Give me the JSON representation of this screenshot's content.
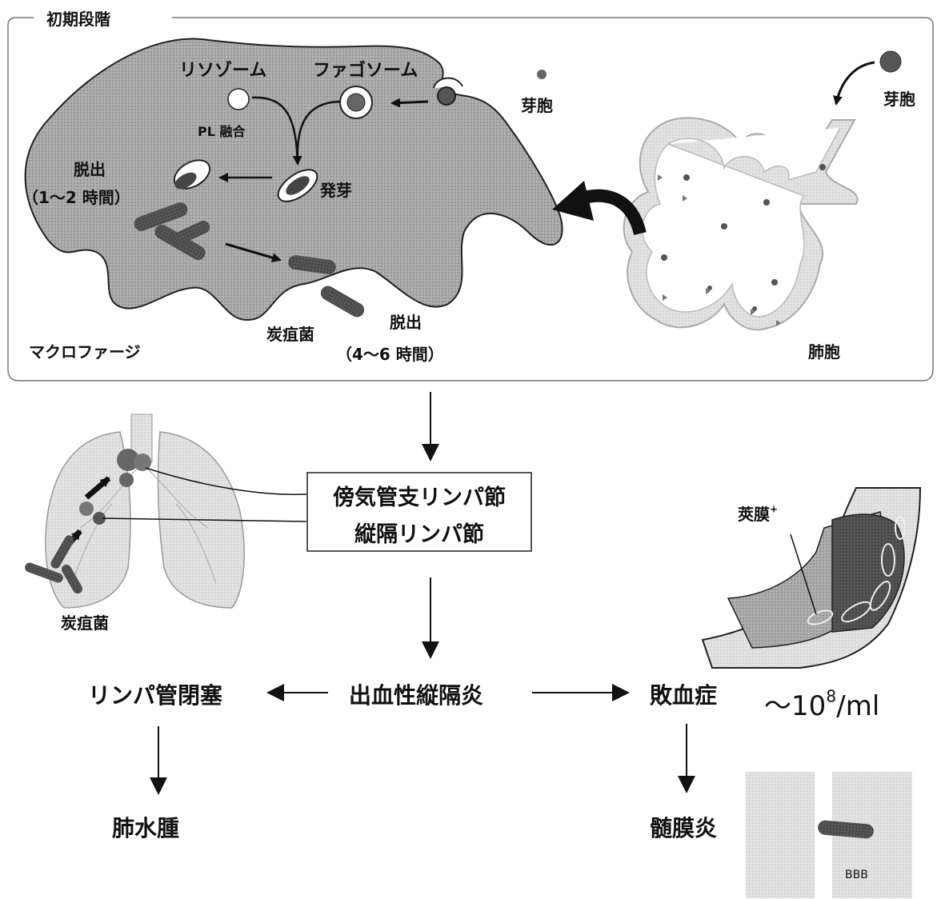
{
  "stage": {
    "title": "初期段階"
  },
  "macrophage": {
    "lysosome": "リソゾーム",
    "phagosome": "ファゴソーム",
    "pl_fusion": "PL 融合",
    "germination": "発芽",
    "escape1": "脱出",
    "escape1_time": "（1～2 時間）",
    "bacteria": "炭疽菌",
    "escape2": "脱出",
    "escape2_time": "（4～6 時間）",
    "cell_label": "マクロファージ",
    "spore_inside": "芽胞"
  },
  "alveolus": {
    "spore": "芽胞",
    "label": "肺胞"
  },
  "lymph": {
    "box_line1": "傍気管支リンパ節",
    "box_line2": "縦隔リンパ節",
    "lung_bacteria": "炭疽菌"
  },
  "vessel": {
    "capsule": "莢膜",
    "capsule_sup": "+",
    "concentration_base": "～10",
    "concentration_exp": "8",
    "concentration_unit": "/ml"
  },
  "flow": {
    "center": "出血性縦隔炎",
    "left": "リンパ管閉塞",
    "right": "敗血症",
    "left_down": "肺水腫",
    "right_down": "髄膜炎",
    "bbb": "BBB"
  }
}
